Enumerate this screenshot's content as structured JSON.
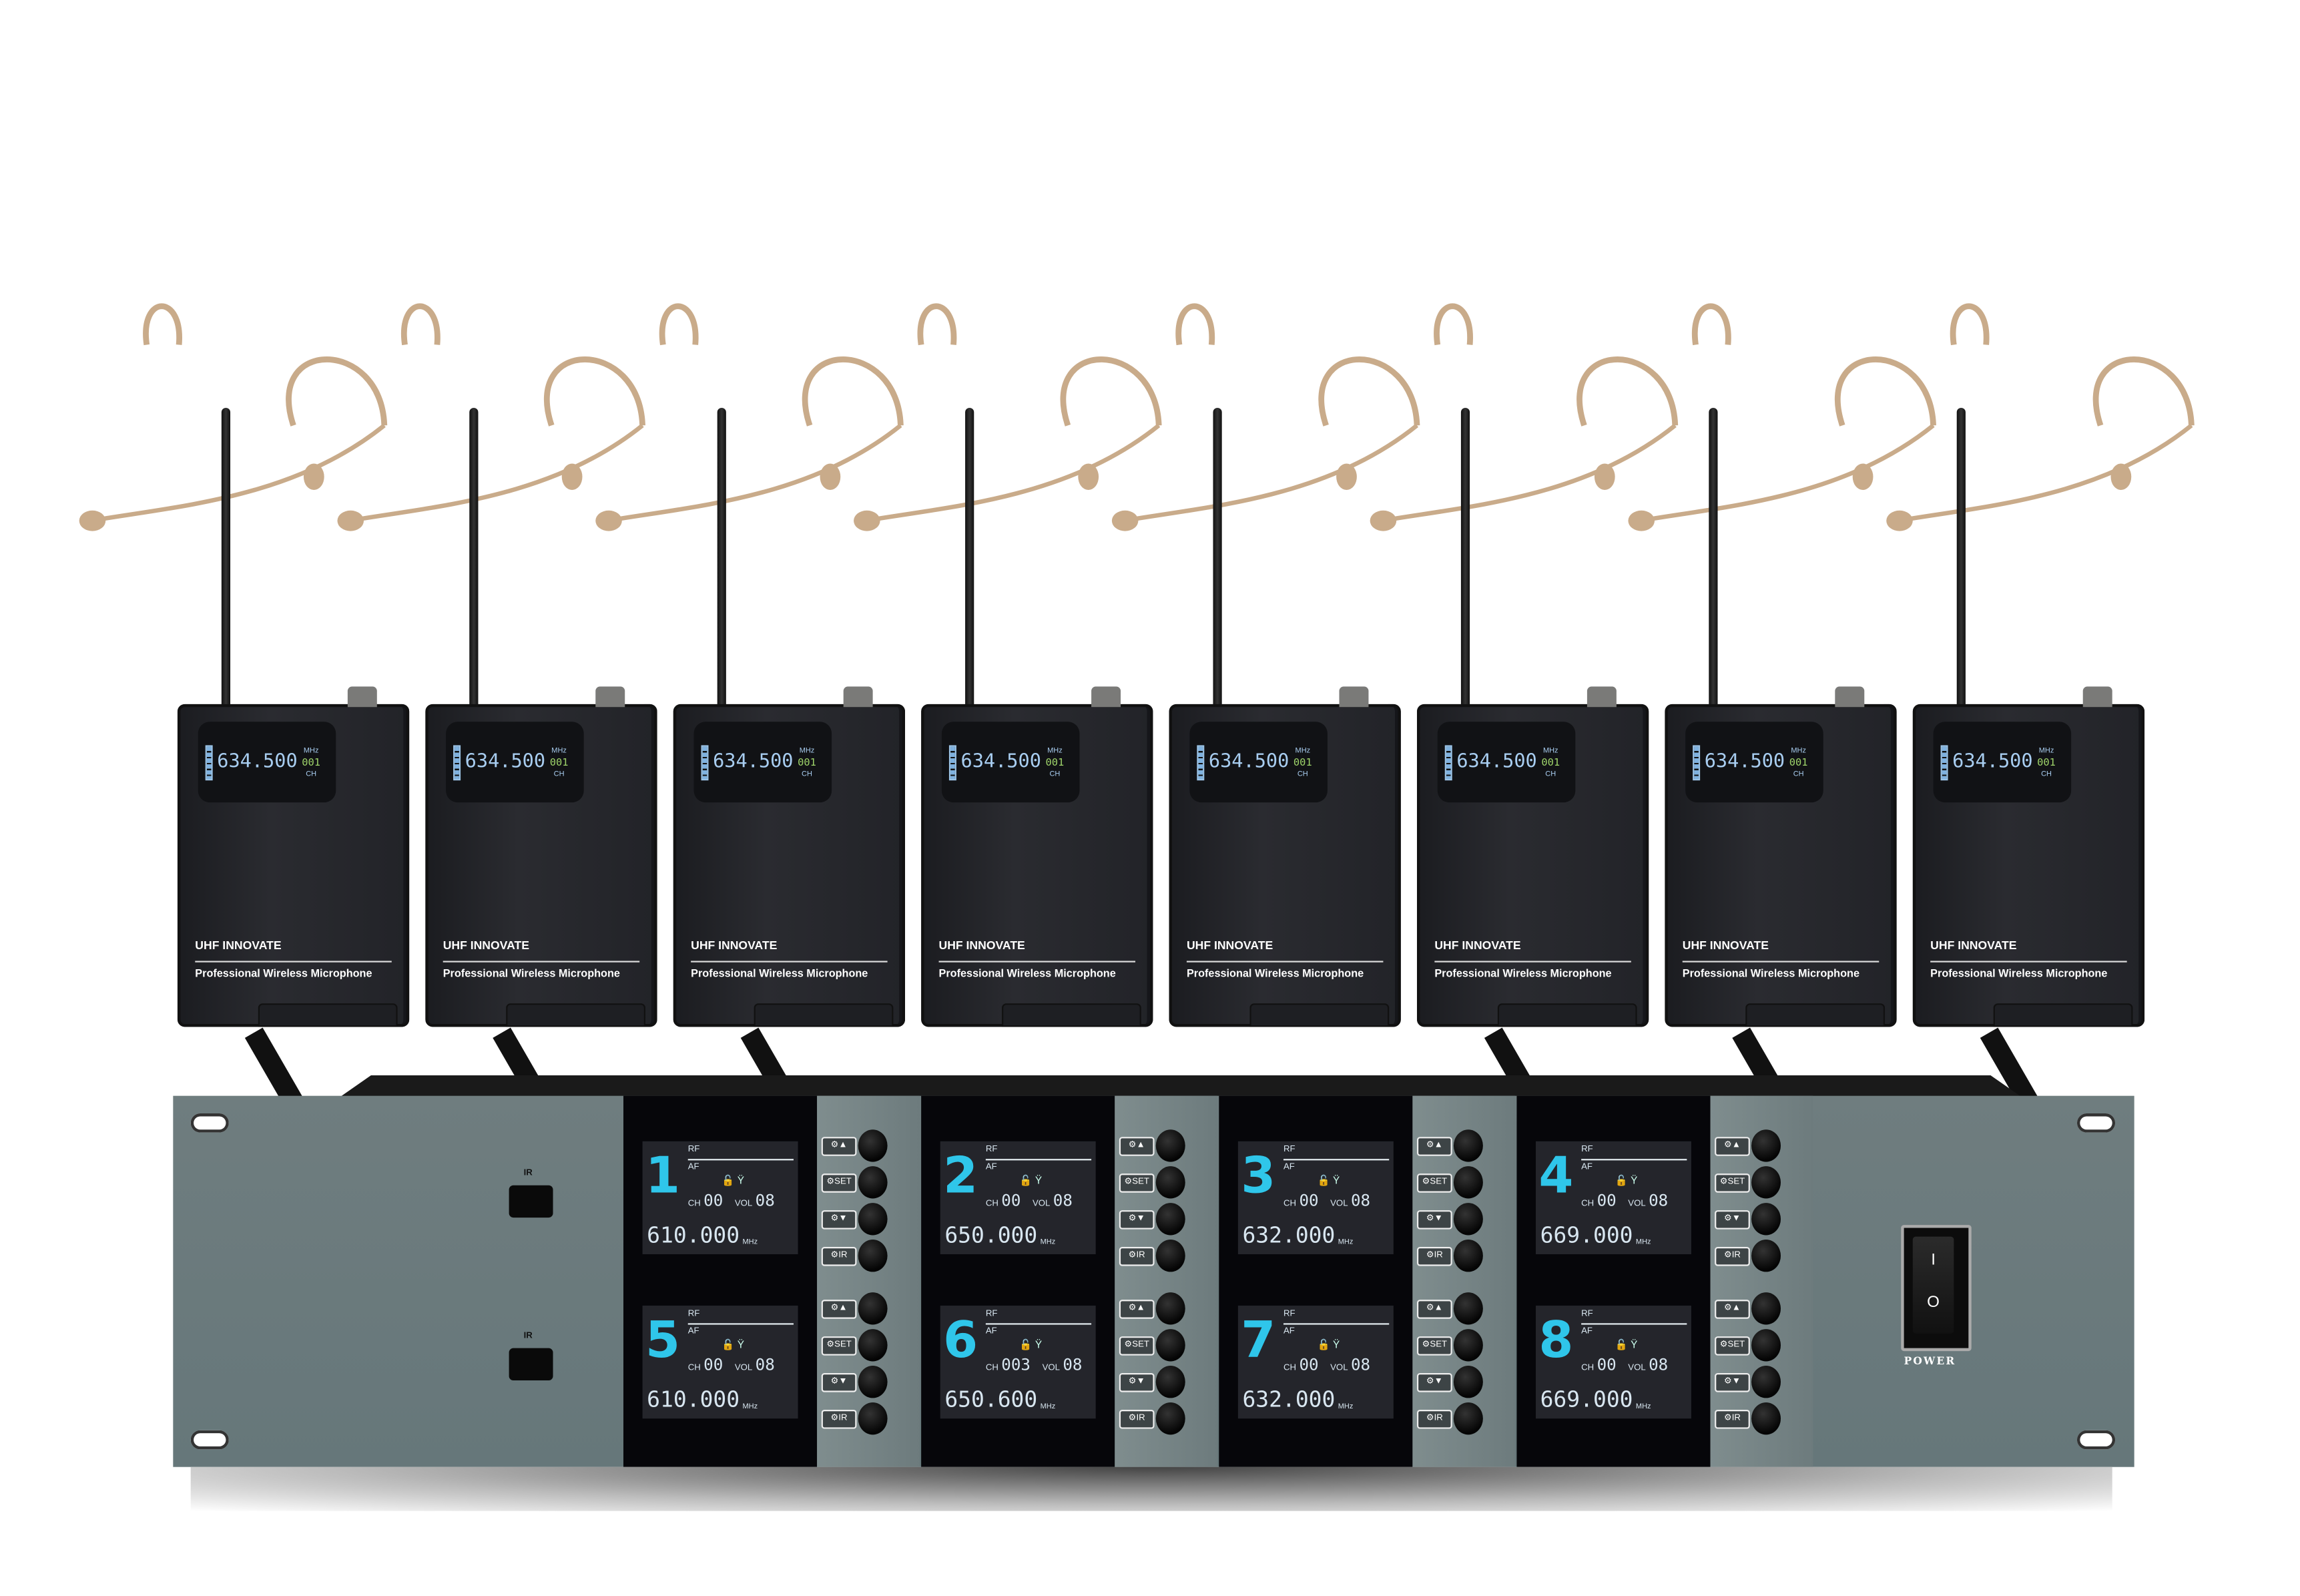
{
  "bodypacks": {
    "brand": "UHF INNOVATE",
    "description": "Professional  Wireless  Microphone",
    "frequency": "634.500",
    "mhz_label": "MHz",
    "channel": "001",
    "ch_label": "CH",
    "count": 8
  },
  "receiver": {
    "ir_label": "IR",
    "power_label": "POWER",
    "switch_on": "I",
    "switch_off": "O",
    "lcd_labels": {
      "rf": "RF",
      "af": "AF",
      "ch": "CH",
      "vol": "VOL",
      "mhz": "MHz"
    },
    "buttons": [
      "⚙▲",
      "⚙SET",
      "⚙▼",
      "⚙IR"
    ],
    "channels": [
      {
        "number": "1",
        "ch": "00",
        "vol": "08",
        "frequency": "610.000"
      },
      {
        "number": "2",
        "ch": "00",
        "vol": "08",
        "frequency": "650.000"
      },
      {
        "number": "3",
        "ch": "00",
        "vol": "08",
        "frequency": "632.000"
      },
      {
        "number": "4",
        "ch": "00",
        "vol": "08",
        "frequency": "669.000"
      },
      {
        "number": "5",
        "ch": "00",
        "vol": "08",
        "frequency": "610.000"
      },
      {
        "number": "6",
        "ch": "003",
        "vol": "08",
        "frequency": "650.600"
      },
      {
        "number": "7",
        "ch": "00",
        "vol": "08",
        "frequency": "632.000"
      },
      {
        "number": "8",
        "ch": "00",
        "vol": "08",
        "frequency": "669.000"
      }
    ]
  },
  "colors": {
    "lcd_accent": "#2fc6ea",
    "panel": "#6f7d7f",
    "headset": "#c9ab8a"
  }
}
